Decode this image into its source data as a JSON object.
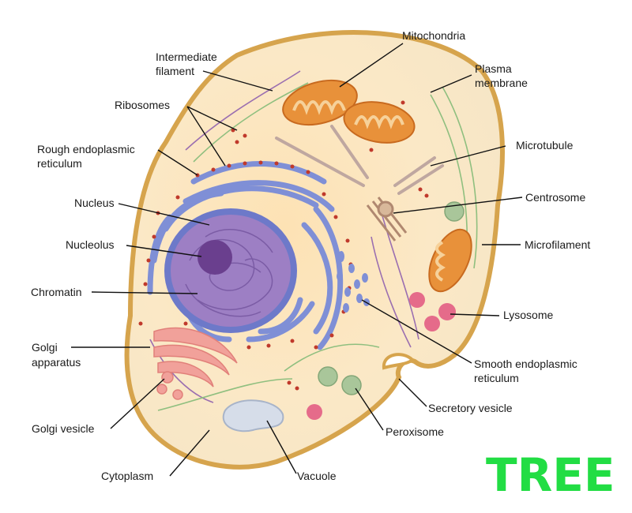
{
  "labels": {
    "intermediate_filament_1": "Intermediate",
    "intermediate_filament_2": "filament",
    "mitochondria": "Mitochondria",
    "plasma_membrane_1": "Plasma",
    "plasma_membrane_2": "membrane",
    "ribosomes": "Ribosomes",
    "rough_er_1": "Rough endoplasmic",
    "rough_er_2": "reticulum",
    "microtubule": "Microtubule",
    "nucleus": "Nucleus",
    "centrosome": "Centrosome",
    "nucleolus": "Nucleolus",
    "microfilament": "Microfilament",
    "chromatin": "Chromatin",
    "lysosome": "Lysosome",
    "golgi_apparatus_1": "Golgi",
    "golgi_apparatus_2": "apparatus",
    "smooth_er_1": "Smooth endoplasmic",
    "smooth_er_2": "reticulum",
    "secretory_vesicle": "Secretory vesicle",
    "golgi_vesicle": "Golgi vesicle",
    "peroxisome": "Peroxisome",
    "cytoplasm": "Cytoplasm",
    "vacuole": "Vacuole"
  },
  "watermark": "TREE",
  "colors": {
    "cytoplasm": "#f9e7c2",
    "membrane": "#d8a94e",
    "nucleus": "#9d7fc4",
    "nucleolus": "#6a3f8e",
    "er": "#7f8fd6",
    "ribosome": "#c0392b",
    "mitochondria": "#e8913a",
    "golgi": "#f1a19a",
    "lysosome": "#e56b8a",
    "peroxisome": "#a9c69a",
    "vacuole": "#d6dde9",
    "watermark": "#22dd44"
  }
}
